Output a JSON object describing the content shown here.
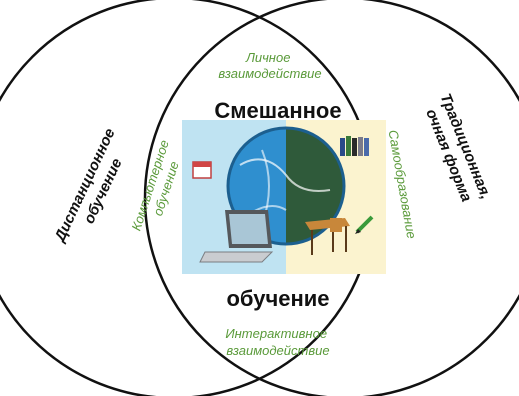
{
  "diagram": {
    "left_circle_label": [
      "Дистанционное",
      "обучение"
    ],
    "right_circle_label": [
      "Традиционная,",
      "очная форма"
    ],
    "center_title_top": "Смешанное",
    "center_title_bottom": "обучение",
    "top_label": [
      "Личное",
      "взаимодействие"
    ],
    "bottom_label": [
      "Интерактивное",
      "взаимодействие"
    ],
    "left_inner_label": [
      "Компьютерное",
      "обучение"
    ],
    "right_inner_label": "Самообразование"
  },
  "colors": {
    "circle_stroke": "#111111",
    "green_text": "#5a9a3a",
    "left_panel": "#bfe3f2",
    "right_panel": "#fbf3cf",
    "globe_blue": "#2f8fcf",
    "globe_green": "#2f5a3a"
  }
}
